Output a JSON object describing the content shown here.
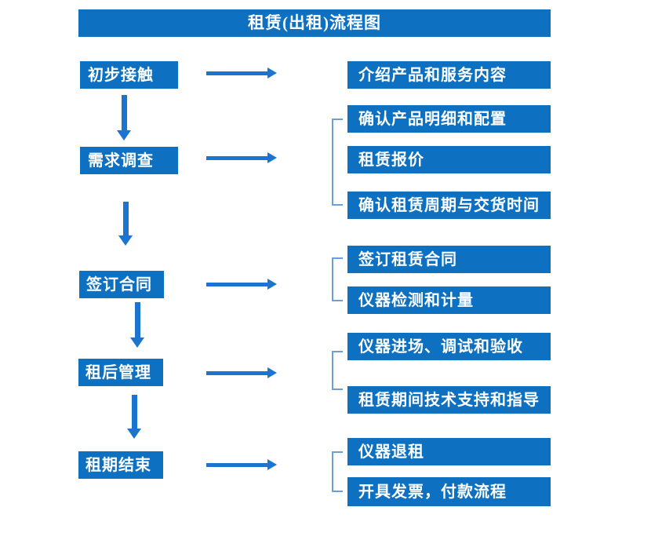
{
  "title": "租赁(出租)流程图",
  "colors": {
    "box": "#0d70c0",
    "arrow": "#1a74d0",
    "bracket": "#6b9fd6",
    "text": "#ffffff",
    "background": "#ffffff"
  },
  "steps": [
    {
      "label": "初步接触",
      "details": [
        "介绍产品和服务内容"
      ]
    },
    {
      "label": "需求调查",
      "details": [
        "确认产品明细和配置",
        "租赁报价",
        "确认租赁周期与交货时间"
      ]
    },
    {
      "label": "签订合同",
      "details": [
        "签订租赁合同",
        "仪器检测和计量"
      ]
    },
    {
      "label": "租后管理",
      "details": [
        "仪器进场、调试和验收",
        "租赁期间技术支持和指导"
      ]
    },
    {
      "label": "租期结束",
      "details": [
        "仪器退租",
        "开具发票，付款流程"
      ]
    }
  ]
}
